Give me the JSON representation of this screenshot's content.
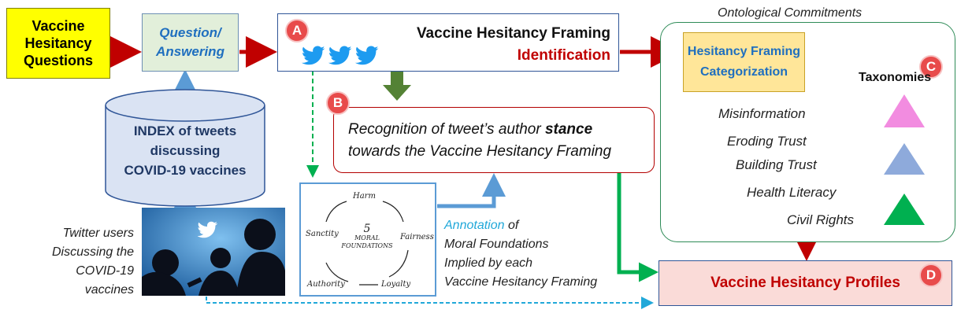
{
  "nodes": {
    "vaccine_hesitancy_questions": [
      "Vaccine",
      "Hesitancy",
      "Questions"
    ],
    "question_answering": [
      "Question/",
      "Answering"
    ],
    "framing_identification": {
      "title": "Vaccine Hesitancy Framing",
      "subtitle": "Identification",
      "badge": "A"
    },
    "tweet_index": [
      "INDEX of tweets",
      "discussing",
      "COVID-19 vaccines"
    ],
    "stance": {
      "badge": "B",
      "line1_before": "Recognition of tweet’s author ",
      "line1_emphasis": "stance",
      "line2": "towards the Vaccine Hesitancy Framing"
    },
    "moral_foundations": {
      "center": [
        "5",
        "MORAL",
        "FOUNDATIONS"
      ],
      "harm": "Harm",
      "fairness": "Fairness",
      "loyalty": "Loyalty",
      "authority": "Authority",
      "sanctity": "Sanctity"
    },
    "annotation": {
      "highlight": "Annotation",
      "line1_rest": " of",
      "line2": "Moral Foundations",
      "line3": "Implied by each",
      "line4": "Vaccine Hesitancy Framing"
    },
    "twitter_users": [
      "Twitter users",
      "Discussing the",
      "COVID-19 vaccines"
    ],
    "ontological_commitments": {
      "title": "Ontological Commitments",
      "badge": "C",
      "categorization": [
        "Hesitancy Framing",
        "Categorization"
      ],
      "categories": [
        "Misinformation",
        "Eroding Trust",
        "Building Trust",
        "Health Literacy",
        "Civil Rights"
      ],
      "taxonomies": "Taxonomies",
      "triangle_colors": [
        "#f28ce0",
        "#8eaadb",
        "#00b050"
      ]
    },
    "profiles": {
      "label": "Vaccine Hesitancy Profiles",
      "badge": "D"
    }
  },
  "colors": {
    "red_arrow": "#c00000",
    "blue_arrow": "#5b9bd5",
    "green_arrow": "#00b050",
    "dark_green_arrow": "#548235",
    "dashed_green": "#00b050",
    "dashed_blue": "#21a8d9"
  },
  "icons": [
    "twitter-bird-icon",
    "twitter-bird-icon",
    "twitter-bird-icon"
  ]
}
